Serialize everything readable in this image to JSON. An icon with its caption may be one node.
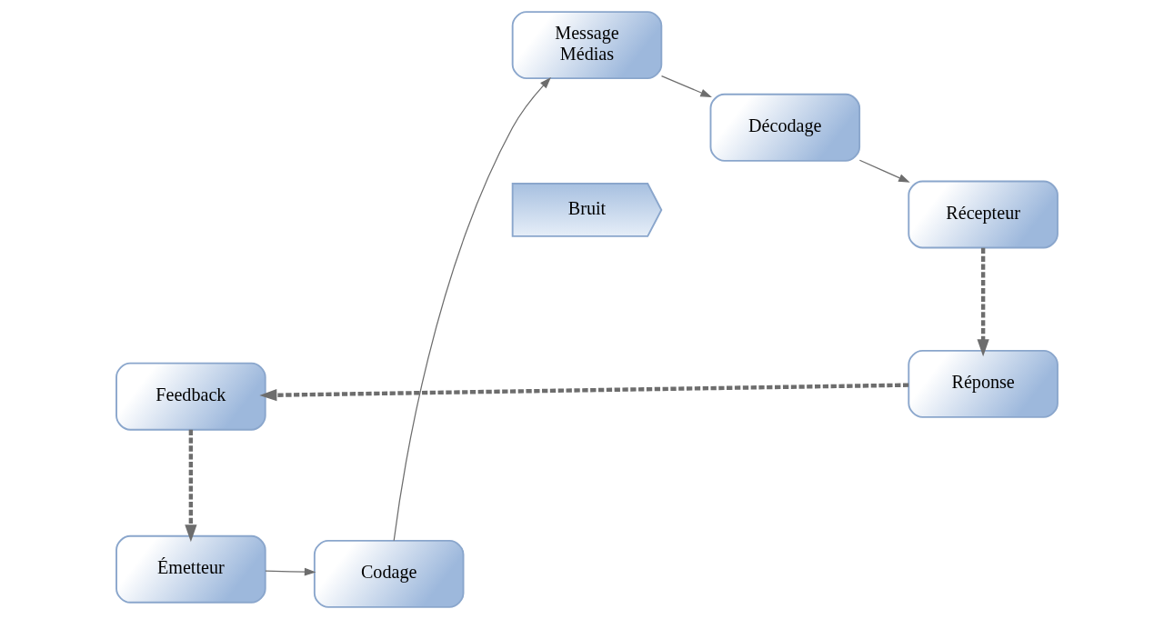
{
  "diagram": {
    "nodes": [
      {
        "text": [
          "Émetteur"
        ]
      },
      {
        "text": [
          "Codage"
        ]
      },
      {
        "text": [
          "Message",
          "Médias"
        ]
      },
      {
        "text": [
          "Décodage"
        ]
      },
      {
        "text": [
          "Récepteur"
        ]
      },
      {
        "text": [
          "Bruit"
        ]
      },
      {
        "text": [
          "Feedback"
        ]
      },
      {
        "text": [
          "Réponse"
        ]
      }
    ],
    "edges": [
      {
        "from": 0,
        "to": 1,
        "arrow": "to"
      },
      {
        "from": 1,
        "to": 2,
        "arrow": "to"
      },
      {
        "from": 2,
        "to": 3,
        "arrow": "to"
      },
      {
        "from": 3,
        "to": 4,
        "arrow": "to"
      },
      {
        "from": 4,
        "to": 7,
        "arrow": "to",
        "style": "dashed"
      },
      {
        "from": 7,
        "to": 6,
        "arrow": "to",
        "style": "dashed"
      },
      {
        "from": 6,
        "to": 0,
        "arrow": "to",
        "style": "dashed"
      }
    ]
  }
}
